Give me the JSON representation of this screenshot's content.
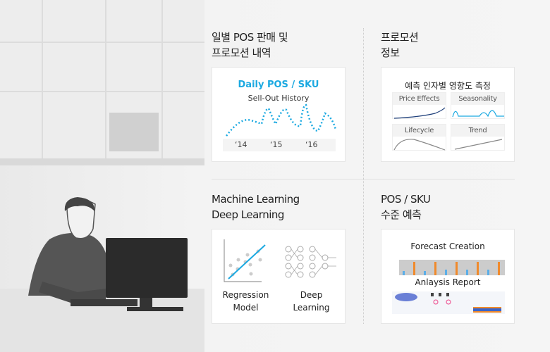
{
  "sections": [
    {
      "title_lines": [
        "일별 POS 판매 및",
        "프로모션 내역"
      ],
      "card": {
        "title": "Daily POS / SKU",
        "subtitle": "Sell-Out History",
        "years": [
          "‘14",
          "‘15",
          "‘16"
        ]
      }
    },
    {
      "title_lines": [
        "프로모션",
        "정보"
      ],
      "card": {
        "title": "예측 인자별 영향도 측정",
        "panels": [
          "Price Effects",
          "Seasonality",
          "Lifecycle",
          "Trend"
        ]
      }
    },
    {
      "title_lines": [
        "Machine Learning",
        "Deep Learning"
      ],
      "card": {
        "left_label": [
          "Regression",
          "Model"
        ],
        "right_label": [
          "Deep",
          "Learning"
        ]
      }
    },
    {
      "title_lines": [
        "POS / SKU",
        "수준 예측"
      ],
      "card": {
        "top_title": "Forecast Creation",
        "bottom_title": "Anlaysis Report"
      }
    }
  ],
  "colors": {
    "accent": "#1ba9e1",
    "orange": "#f08a2c",
    "dark_blue": "#1e3f7a"
  }
}
